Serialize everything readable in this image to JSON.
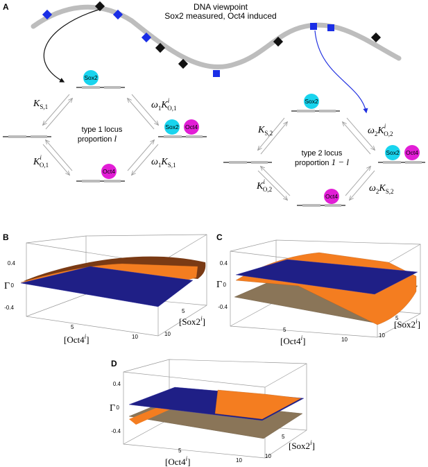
{
  "panel_labels": {
    "a": "A",
    "b": "B",
    "c": "C",
    "d": "D"
  },
  "dna_title": {
    "line1": "DNA viewpoint",
    "line2": "Sox2 measured, Oct4 induced"
  },
  "factors": {
    "sox2": "Sox2",
    "oct4": "Oct4"
  },
  "locus1": {
    "caption_line1": "type 1 locus",
    "caption_line2": "proportion",
    "caption_sym": "l",
    "top_left_label": "K",
    "top_left_sub": "S,1",
    "top_right_pre": "ω",
    "top_right_pre_sub": "1",
    "top_right_label": "K",
    "top_right_sup": "i",
    "top_right_sub": "O,1",
    "bottom_left_label": "K",
    "bottom_left_sup": "i",
    "bottom_left_sub": "O,1",
    "bottom_right_pre": "ω",
    "bottom_right_pre_sub": "1",
    "bottom_right_label": "K",
    "bottom_right_sub": "S,1"
  },
  "locus2": {
    "caption_line1": "type 2 locus",
    "caption_line2": "proportion",
    "caption_sym": "1 − l",
    "top_left_label": "K",
    "top_left_sub": "S,2",
    "top_right_pre": "ω",
    "top_right_pre_sub": "2",
    "top_right_label": "K",
    "top_right_sup": "i",
    "top_right_sub": "O,2",
    "bottom_left_label": "K",
    "bottom_left_sup": "i",
    "bottom_left_sub": "O,2",
    "bottom_right_pre": "ω",
    "bottom_right_pre_sub": "2",
    "bottom_right_label": "K",
    "bottom_right_sub": "S,2"
  },
  "plots": {
    "z_symbol": "Γ",
    "z_ticks": [
      "0.4",
      "0",
      "-0.4"
    ],
    "x_ticks": [
      "5",
      "10"
    ],
    "y_ticks": [
      "5",
      "10"
    ],
    "x_label_pre": "[Oct4",
    "y_label_pre": "[Sox2",
    "sup": "i",
    "label_post": "]"
  },
  "colors": {
    "blue_plane": "#1f1f86",
    "orange_surface": "#f47d20",
    "dark_surface": "#7a3a14",
    "tan_surface": "#8a7558",
    "cyan": "#19d4ee",
    "magenta": "#e21ed6",
    "dna_gray": "#bdbdbd",
    "blue_site": "#1a2ee6",
    "black_site": "#111111",
    "arrow_blue": "#1f2fe0"
  }
}
